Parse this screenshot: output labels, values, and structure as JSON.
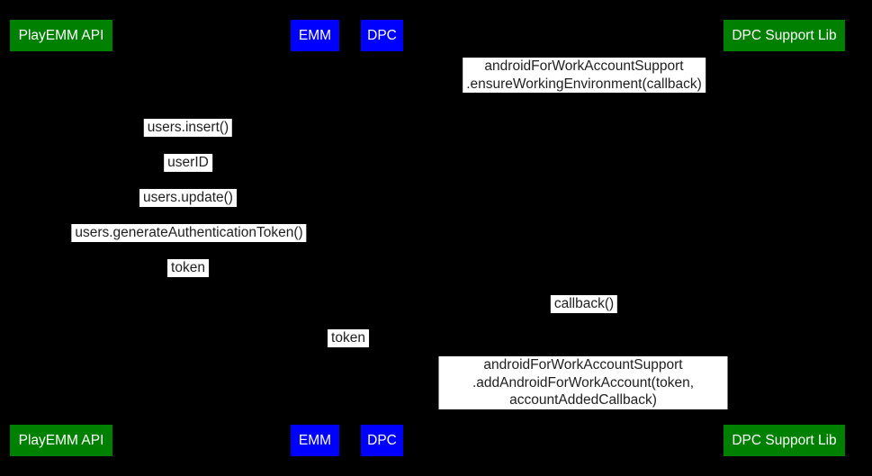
{
  "colors": {
    "background": "#000000",
    "actor_green": "#008000",
    "actor_blue": "#0000ff",
    "actor_text": "#ffffff",
    "message_bg": "#ffffff",
    "message_text": "#1f1f1f"
  },
  "actors": [
    {
      "label": "PlayEMM API"
    },
    {
      "label": "EMM"
    },
    {
      "label": "DPC"
    },
    {
      "label": "DPC Support Lib"
    }
  ],
  "messages": [
    {
      "text": "androidForWorkAccountSupport\n.ensureWorkingEnvironment(callback)"
    },
    {
      "text": "users.insert()"
    },
    {
      "text": "userID"
    },
    {
      "text": "users.update()"
    },
    {
      "text": "users.generateAuthenticationToken()"
    },
    {
      "text": "token"
    },
    {
      "text": "callback()"
    },
    {
      "text": "token"
    },
    {
      "text": "androidForWorkAccountSupport\n.addAndroidForWorkAccount(token, accountAddedCallback)"
    }
  ]
}
